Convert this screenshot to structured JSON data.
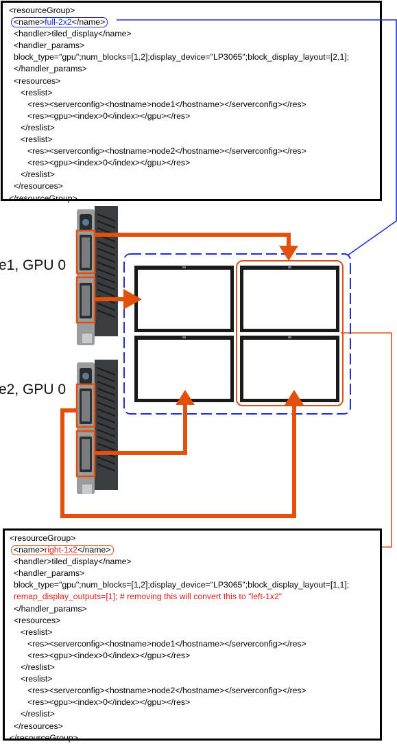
{
  "top_group": {
    "lines": [
      "<resourceGroup>",
      "",
      "<handler>tiled_display</name>",
      "<handler_params>",
      "block_type=\"gpu\";num_blocks=[1,2];display_device=\"LP3065\";block_display_layout=[2,1];",
      "</handler_params>",
      "<resources>",
      "<reslist>",
      "<res><serverconfig><hostname>node1</hostname></serverconfig></res>",
      "<res><gpu><index>0</index></gpu></res>",
      "</reslist>",
      "<reslist>",
      "<res><serverconfig><hostname>node2</hostname></serverconfig></res>",
      "<res><gpu><index>0</index></gpu></res>",
      "</reslist>",
      "</resources>",
      "</resourceGroup>"
    ],
    "name_open": "<name>",
    "name_value": "full-2x2",
    "name_close": "</name>"
  },
  "bottom_group": {
    "lines": [
      "<resourceGroup>",
      "",
      "<handler>tiled_display</name>",
      "<handler_params>",
      "block_type=\"gpu\";num_blocks=[1,2];display_device=\"LP3065\";block_display_layout=[1,1];",
      "remap_display_outputs=[1]; # removing this will convert this to \"left-1x2\"",
      "</handler_params>",
      "<resources>",
      "<reslist>",
      "<res><serverconfig><hostname>node1</hostname></serverconfig></res>",
      "<res><gpu><index>0</index></gpu></res>",
      "</reslist>",
      "<reslist>",
      "<res><serverconfig><hostname>node2</hostname></serverconfig></res>",
      "<res><gpu><index>0</index></gpu></res>",
      "</reslist>",
      "</resources>",
      "</resourceGroup>"
    ],
    "name_open": "<name>",
    "name_value": "right-1x2",
    "name_close": "</name>"
  },
  "labels": {
    "node1": "e1, GPU 0",
    "node2": "e2, GPU 0"
  },
  "colors": {
    "cable": "#e2500c",
    "full_group": "#1c2fd8",
    "right_group": "#e0501a",
    "remap_text": "#e0201c",
    "monitor_bezel": "#1a1a1a",
    "gpu_body": "#3a3d40"
  }
}
